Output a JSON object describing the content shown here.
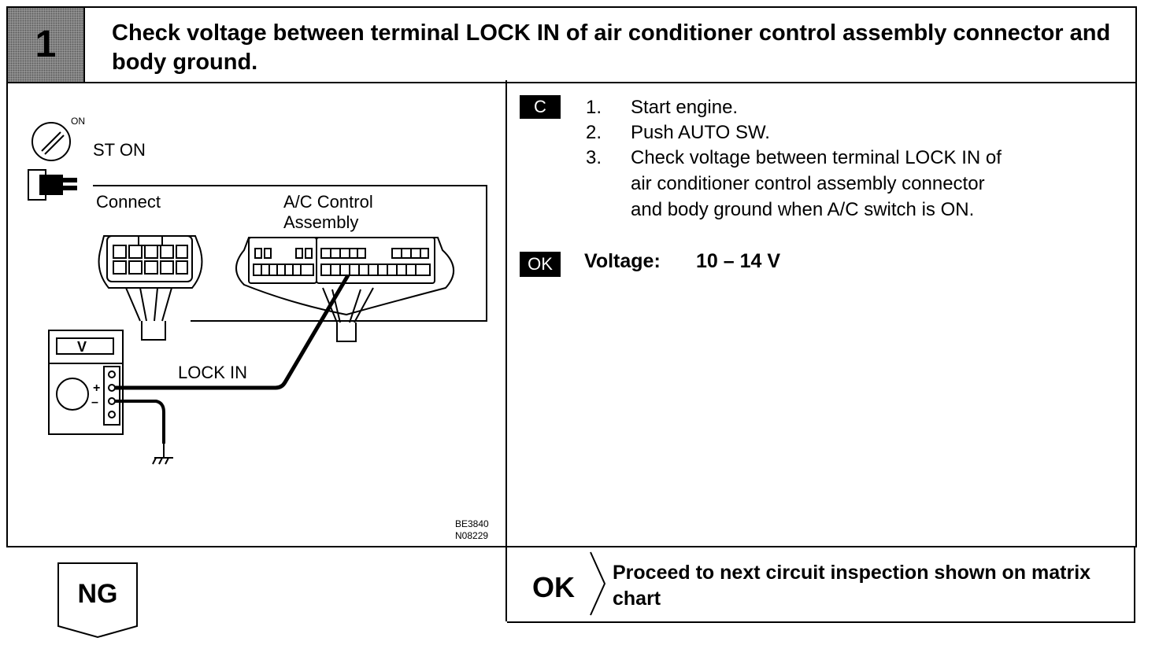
{
  "step": {
    "number": "1",
    "title": "Check voltage between terminal LOCK IN of air conditioner control assembly connector and body ground."
  },
  "diagram": {
    "ignition_on_label": "ON",
    "ignition_state": "ST ON",
    "connect_label": "Connect",
    "assembly_label_line1": "A/C Control",
    "assembly_label_line2": "Assembly",
    "meter_label": "V",
    "terminal_label": "LOCK IN",
    "plus_sign": "+",
    "minus_sign": "–",
    "figure_code_1": "BE3840",
    "figure_code_2": "N08229"
  },
  "procedure": {
    "badge": "C",
    "steps": [
      {
        "num": "1.",
        "text": "Start engine."
      },
      {
        "num": "2.",
        "text": "Push AUTO SW."
      },
      {
        "num": "3.",
        "text": "Check voltage between terminal LOCK IN of"
      }
    ],
    "step3_cont_1": "air conditioner control assembly connector",
    "step3_cont_2": "and body ground when A/C switch is ON."
  },
  "result": {
    "badge": "OK",
    "label": "Voltage:",
    "value": "10 – 14 V"
  },
  "outcomes": {
    "ng_label": "NG",
    "ok_label": "OK",
    "ok_text": "Proceed to next circuit inspection shown on matrix chart"
  }
}
